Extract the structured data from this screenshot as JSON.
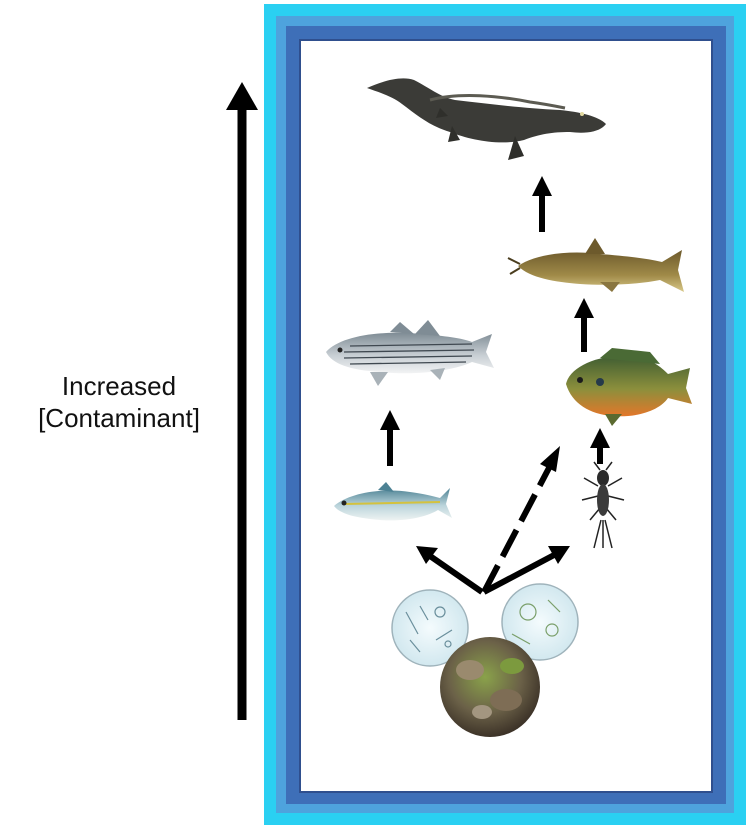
{
  "label": {
    "line1": "Increased",
    "line2": "[Contaminant]"
  },
  "organisms": [
    {
      "name": "alligator-icon",
      "level": "top predator"
    },
    {
      "name": "catfish-icon"
    },
    {
      "name": "striped-bass-icon"
    },
    {
      "name": "bluegill-icon"
    },
    {
      "name": "herring-icon"
    },
    {
      "name": "mayfly-larva-icon"
    },
    {
      "name": "plankton-icon"
    },
    {
      "name": "algae-sediment-icon"
    }
  ],
  "colors": {
    "outer_frame": "#2ad0f2",
    "inner_frame": "#3e6fb8",
    "arrow": "#000000",
    "panel": "#ffffff"
  }
}
